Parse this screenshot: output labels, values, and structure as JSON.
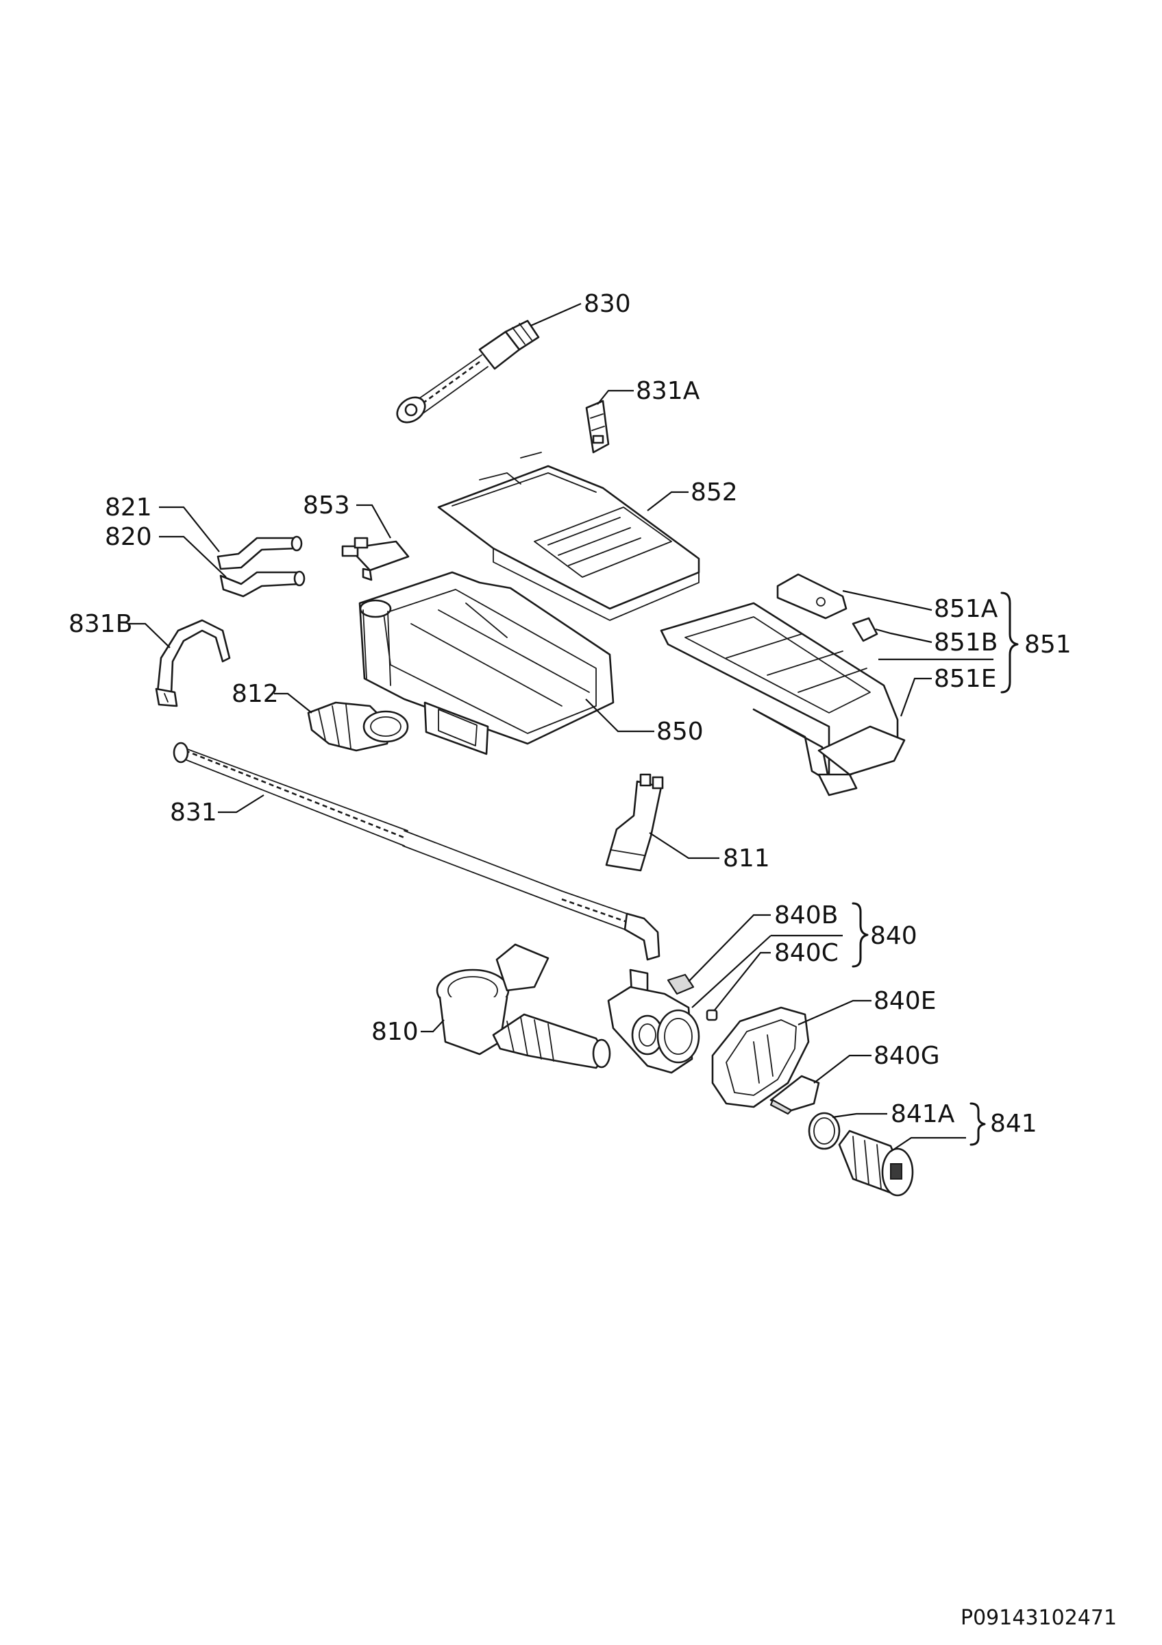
{
  "labels": {
    "p830": "830",
    "p831A": "831A",
    "p821": "821",
    "p820": "820",
    "p853": "853",
    "p852": "852",
    "p831B": "831B",
    "p812": "812",
    "p850": "850",
    "p851A": "851A",
    "p851B": "851B",
    "p851": "851",
    "p851E": "851E",
    "p831": "831",
    "p811": "811",
    "p840B": "840B",
    "p840": "840",
    "p840C": "840C",
    "p840E": "840E",
    "p810": "810",
    "p840G": "840G",
    "p841A": "841A",
    "p841": "841"
  },
  "reference_code": "P09143102471"
}
